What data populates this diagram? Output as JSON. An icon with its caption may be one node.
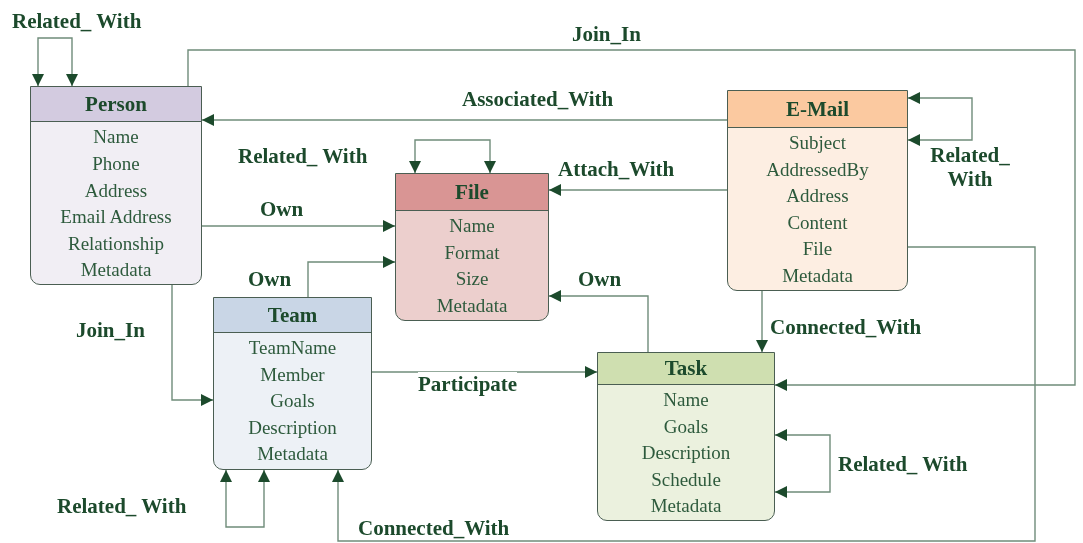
{
  "diagram": {
    "nodes": [
      {
        "text": [
          "Person",
          "Name",
          "Phone",
          "Address",
          "Email Address",
          "Relationship",
          "Metadata"
        ]
      },
      {
        "text": [
          "File",
          "Name",
          "Format",
          "Size",
          "Metadata"
        ]
      },
      {
        "text": [
          "Team",
          "TeamName",
          "Member",
          "Goals",
          "Description",
          "Metadata"
        ]
      },
      {
        "text": [
          "Task",
          "Name",
          "Goals",
          "Description",
          "Schedule",
          "Metadata"
        ]
      },
      {
        "text": [
          "E-Mail",
          "Subject",
          "AddressedBy",
          "Address",
          "Content",
          "File",
          "Metadata"
        ]
      }
    ],
    "edges": [
      {
        "from": 0,
        "to": 0,
        "arrow": "both",
        "label": "Related_ With"
      },
      {
        "from": 0,
        "to": 3,
        "arrow": "to",
        "label": "Join_In"
      },
      {
        "from": 4,
        "to": 0,
        "arrow": "to",
        "label": "Associated_With"
      },
      {
        "from": 1,
        "to": 1,
        "arrow": "both",
        "label": "Related_ With"
      },
      {
        "from": 4,
        "to": 1,
        "arrow": "to",
        "label": "Attach_With"
      },
      {
        "from": 0,
        "to": 1,
        "arrow": "to",
        "label": "Own"
      },
      {
        "from": 2,
        "to": 1,
        "arrow": "to",
        "label": "Own"
      },
      {
        "from": 3,
        "to": 1,
        "arrow": "to",
        "label": "Own"
      },
      {
        "from": 4,
        "to": 4,
        "arrow": "both",
        "label": "Related_ With"
      },
      {
        "from": 4,
        "to": 3,
        "arrow": "to",
        "label": "Connected_With"
      },
      {
        "from": 0,
        "to": 2,
        "arrow": "to",
        "label": "Join_In"
      },
      {
        "from": 2,
        "to": 3,
        "arrow": "to",
        "label": "Participate"
      },
      {
        "from": 3,
        "to": 3,
        "arrow": "both",
        "label": "Related_ With"
      },
      {
        "from": 2,
        "to": 2,
        "arrow": "both",
        "label": "Related_ With"
      },
      {
        "from": 4,
        "to": 2,
        "arrow": "to",
        "label": "Connected_With"
      }
    ]
  }
}
